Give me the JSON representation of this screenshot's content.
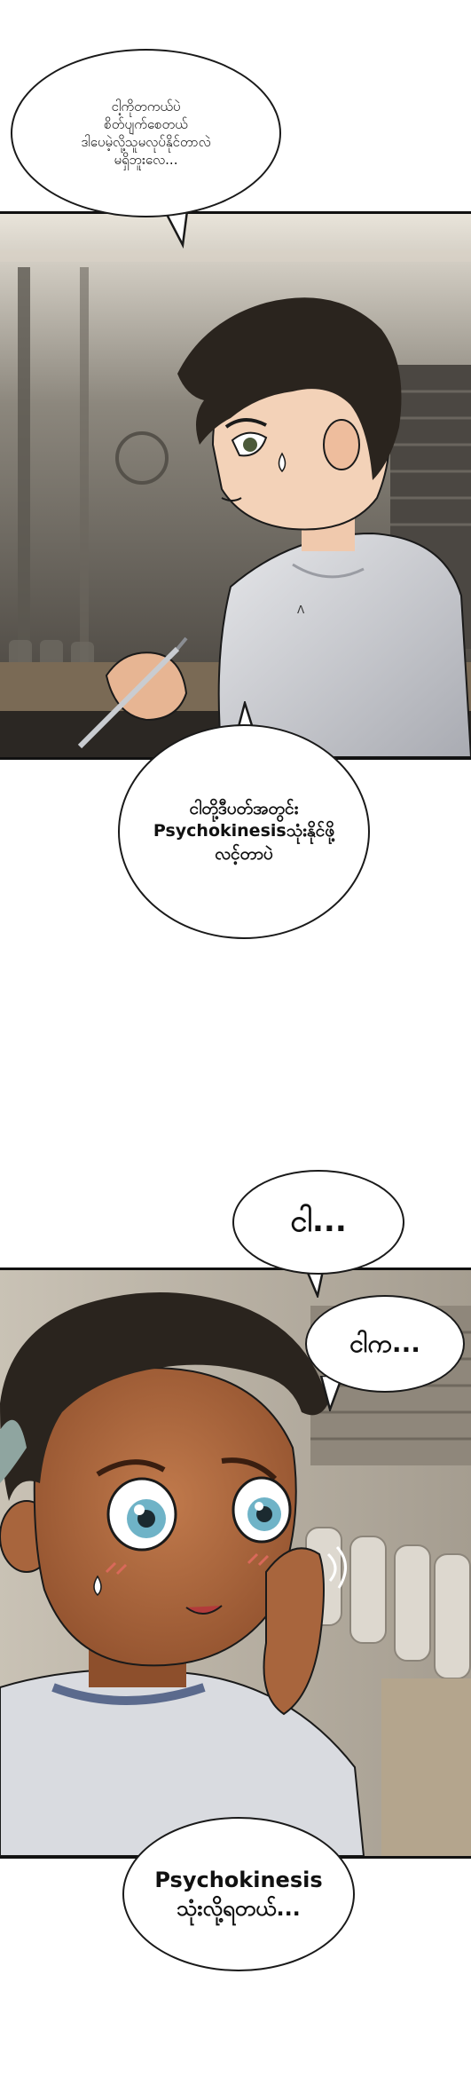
{
  "bubbles": {
    "b1": "ငါ့ကိုတကယ်ပဲ\nစိတ်ပျက်စေတယ်\nဒါပေမဲ့လို့သူမလုပ်နိုင်တာလဲ\nမရှိဘူးလေ...",
    "b2": "ငါတို့ဒီပတ်အတွင်း\nPsychokinesisသုံးနိုင်ဖို့\nလင့်တာပဲ",
    "b3": "ငါ...",
    "b4": "ငါက...",
    "b5": "Psychokinesis\nသုံးလို့ရတယ်..."
  },
  "colors": {
    "ink": "#1a1a1a",
    "panel1_bg": "#6e6a63",
    "panel2_bg": "#b7b0a6",
    "hair_dark": "#2a241e",
    "skin_light": "#e8b99a",
    "skin_dark": "#a8653d",
    "shirt": "#d9dbe0",
    "eye": "#6fb3c7"
  }
}
